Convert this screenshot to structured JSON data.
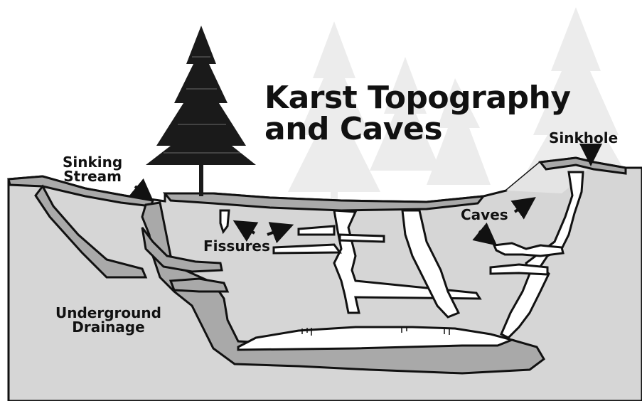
{
  "title": {
    "line1": "Karst Topography",
    "line2": "and Caves"
  },
  "labels": {
    "sinking_stream_1": "Sinking",
    "sinking_stream_2": "Stream",
    "sinkhole": "Sinkhole",
    "caves": "Caves",
    "fissures": "Fissures",
    "underground_1": "Underground",
    "underground_2": "Drainage"
  },
  "colors": {
    "rock": "#d6d6d6",
    "water": "#a9a9a9",
    "outline": "#111111",
    "ghost_tree": "#ececec",
    "tree": "#1a1a1a"
  }
}
